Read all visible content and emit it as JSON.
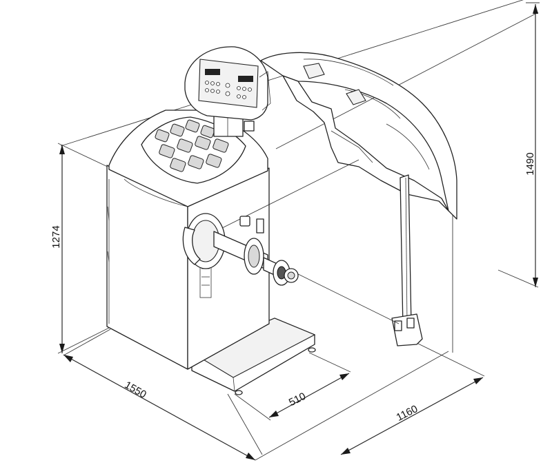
{
  "dimensions": {
    "total_height": "1490",
    "body_height": "1274",
    "depth": "1550",
    "footprint": "510",
    "width": "1160"
  }
}
